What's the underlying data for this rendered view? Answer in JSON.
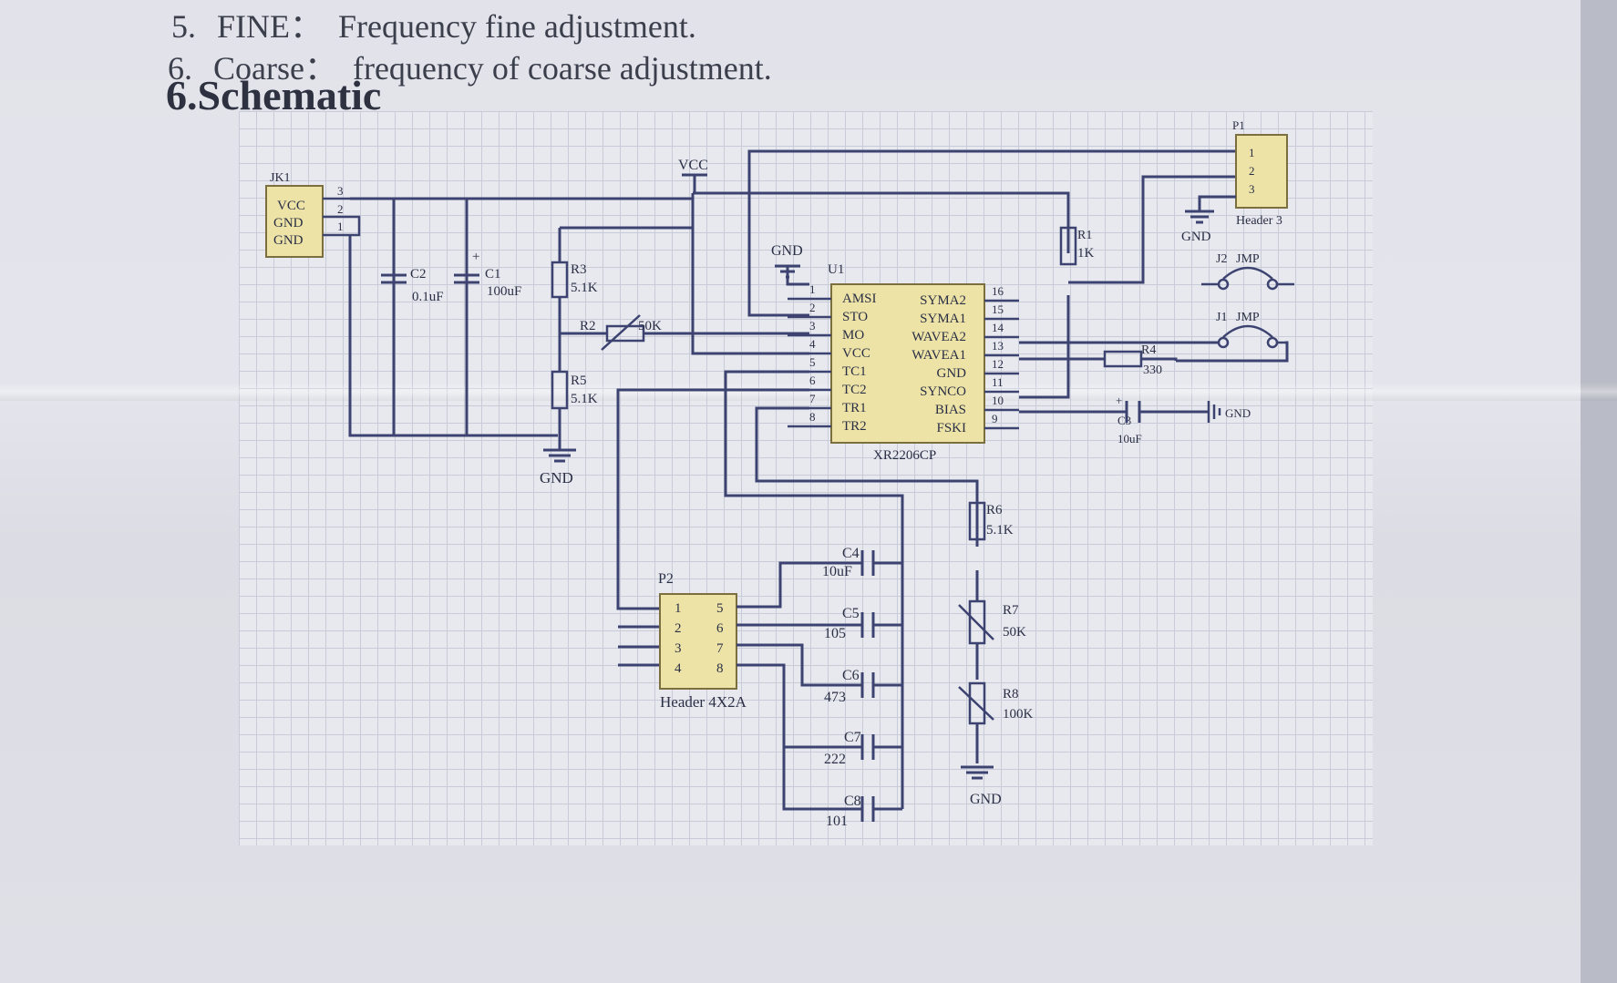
{
  "document": {
    "lines": [
      {
        "num": "5.",
        "label": "FINE：",
        "text": "Frequency fine adjustment."
      },
      {
        "num": "6.",
        "label": "Coarse：",
        "text": "frequency of coarse adjustment."
      }
    ],
    "heading": "6.Schematic"
  },
  "schematic": {
    "jk1": {
      "ref": "JK1",
      "pins": [
        "VCC",
        "GND",
        "GND"
      ],
      "nums": [
        "3",
        "2",
        "1"
      ]
    },
    "vcc": "VCC",
    "gnd": "GND",
    "c2": {
      "ref": "C2",
      "value": "0.1uF"
    },
    "c1": {
      "ref": "C1",
      "value": "100uF",
      "plus": "+"
    },
    "r3": {
      "ref": "R3",
      "value": "5.1K"
    },
    "r2": {
      "ref": "R2",
      "value": "50K"
    },
    "r5": {
      "ref": "R5",
      "value": "5.1K"
    },
    "u1": {
      "ref": "U1",
      "part": "XR2206CP",
      "left_pins": [
        "AMSI",
        "STO",
        "MO",
        "VCC",
        "TC1",
        "TC2",
        "TR1",
        "TR2"
      ],
      "left_nums": [
        "1",
        "2",
        "3",
        "4",
        "5",
        "6",
        "7",
        "8"
      ],
      "right_pins": [
        "SYMA2",
        "SYMA1",
        "WAVEA2",
        "WAVEA1",
        "GND",
        "SYNCO",
        "BIAS",
        "FSKI"
      ],
      "right_nums": [
        "16",
        "15",
        "14",
        "13",
        "12",
        "11",
        "10",
        "9"
      ]
    },
    "r1": {
      "ref": "R1",
      "value": "1K"
    },
    "p1": {
      "ref": "P1",
      "pins": [
        "1",
        "2",
        "3"
      ],
      "name": "Header 3"
    },
    "j2": {
      "ref": "J2",
      "name": "JMP"
    },
    "j1": {
      "ref": "J1",
      "name": "JMP"
    },
    "r4": {
      "ref": "R4",
      "value": "330"
    },
    "c3": {
      "ref": "C3",
      "value": "10uF",
      "plus": "+"
    },
    "p2": {
      "ref": "P2",
      "left": [
        "1",
        "2",
        "3",
        "4"
      ],
      "right": [
        "5",
        "6",
        "7",
        "8"
      ],
      "name": "Header 4X2A"
    },
    "c4": {
      "ref": "C4",
      "value": "10uF"
    },
    "c5": {
      "ref": "C5",
      "value": "105"
    },
    "c6": {
      "ref": "C6",
      "value": "473"
    },
    "c7": {
      "ref": "C7",
      "value": "222"
    },
    "c8": {
      "ref": "C8",
      "value": "101"
    },
    "r6": {
      "ref": "R6",
      "value": "5.1K"
    },
    "r7": {
      "ref": "R7",
      "value": "50K"
    },
    "r8": {
      "ref": "R8",
      "value": "100K"
    }
  }
}
